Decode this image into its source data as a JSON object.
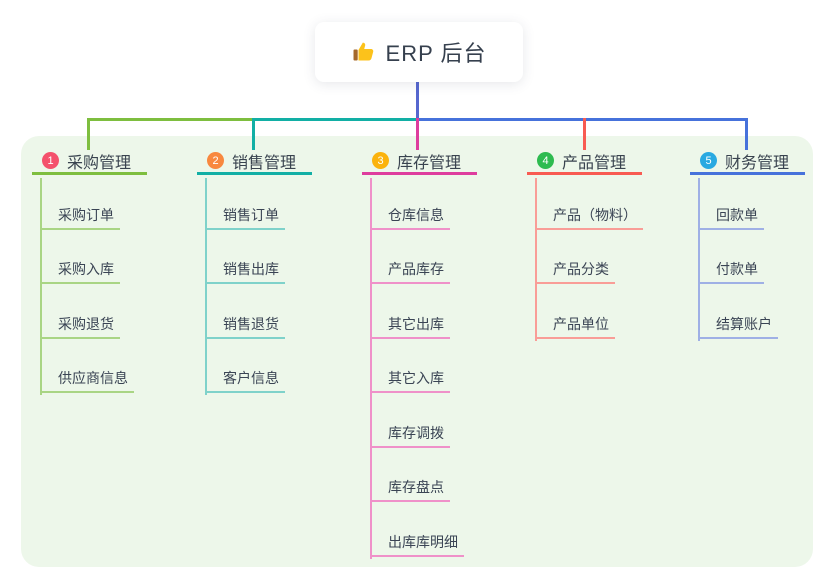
{
  "root": {
    "label": "ERP 后台",
    "icon": "thumbs-up-icon",
    "line_color": "#5667CF"
  },
  "panel": {
    "bg_color": "#EDF7EA"
  },
  "branches": [
    {
      "num": "1",
      "label": "采购管理",
      "badge_color": "#F4516C",
      "line_color": "#7EBE3F",
      "child_line_color": "#A9D584",
      "children": [
        "采购订单",
        "采购入库",
        "采购退货",
        "供应商信息"
      ]
    },
    {
      "num": "2",
      "label": "销售管理",
      "badge_color": "#F8883F",
      "line_color": "#12AFA5",
      "child_line_color": "#7FD2CA",
      "children": [
        "销售订单",
        "销售出库",
        "销售退货",
        "客户信息"
      ]
    },
    {
      "num": "3",
      "label": "库存管理",
      "badge_color": "#FBB30D",
      "line_color": "#DE3D9E",
      "child_line_color": "#EF91C9",
      "children": [
        "仓库信息",
        "产品库存",
        "其它出库",
        "其它入库",
        "库存调拨",
        "库存盘点",
        "出库库明细"
      ]
    },
    {
      "num": "4",
      "label": "产品管理",
      "badge_color": "#2EBB50",
      "line_color": "#F85B52",
      "child_line_color": "#F99D97",
      "children": [
        "产品（物料）",
        "产品分类",
        "产品单位"
      ]
    },
    {
      "num": "5",
      "label": "财务管理",
      "badge_color": "#29A9E1",
      "line_color": "#4672DB",
      "child_line_color": "#9FB0E5",
      "children": [
        "回款单",
        "付款单",
        "结算账户"
      ]
    }
  ]
}
